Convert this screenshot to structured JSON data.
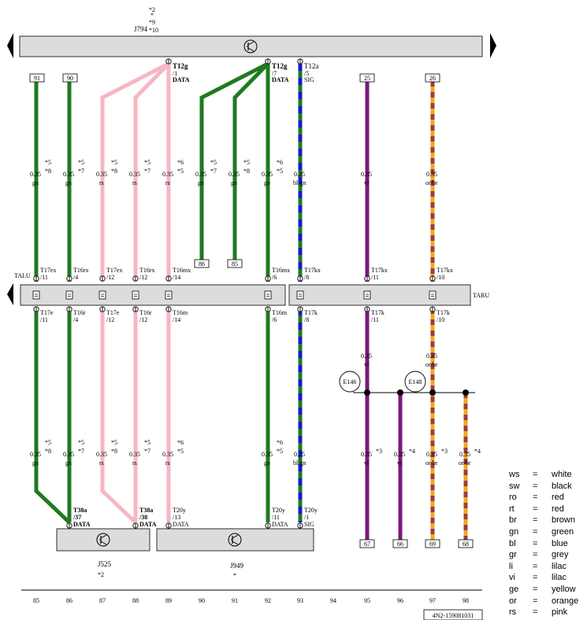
{
  "top_unit": {
    "label": "J794",
    "notes": [
      "*2",
      "*",
      "*9",
      "*10"
    ]
  },
  "bottom_units": [
    {
      "label": "J525",
      "note": "*2"
    },
    {
      "label": "J949",
      "note": "*"
    }
  ],
  "bus_labels": {
    "left": "TALU",
    "right": "TARU"
  },
  "doc_ref": "4N2-159081031",
  "top_connectors": [
    {
      "pin": "T12g",
      "sub": "/1",
      "sig": "DATA"
    },
    {
      "pin": "T12g",
      "sub": "/7",
      "sig": "DATA"
    },
    {
      "pin": "T12a",
      "sub": "/5",
      "sig": "SIG"
    }
  ],
  "top_boxes": [
    "91",
    "90",
    "25",
    "26"
  ],
  "mid_boxes": [
    "86",
    "85"
  ],
  "bottom_boxes": [
    "67",
    "66",
    "69",
    "68"
  ],
  "components": [
    "E146",
    "E148"
  ],
  "wires_upper": [
    {
      "n1": "*5",
      "n2": "*8",
      "size": "0.35",
      "color": "gn"
    },
    {
      "n1": "*5",
      "n2": "*7",
      "size": "0.35",
      "color": "gn"
    },
    {
      "n1": "*5",
      "n2": "*8",
      "size": "0.35",
      "color": "rs"
    },
    {
      "n1": "*5",
      "n2": "*7",
      "size": "0.35",
      "color": "rs"
    },
    {
      "n1": "*6",
      "n2": "*5",
      "size": "0.35",
      "color": "rs"
    },
    {
      "n1": "*5",
      "n2": "*7",
      "size": "0.35",
      "color": "gn"
    },
    {
      "n1": "*5",
      "n2": "*8",
      "size": "0.35",
      "color": "gn"
    },
    {
      "n1": "*6",
      "n2": "*5",
      "size": "0.35",
      "color": "gn"
    },
    {
      "n1": "",
      "n2": "",
      "size": "0.35",
      "color": "bl/gn"
    },
    {
      "n1": "",
      "n2": "",
      "size": "0.35",
      "color": "vi"
    },
    {
      "n1": "",
      "n2": "",
      "size": "0.35",
      "color": "or/br"
    }
  ],
  "bus_top_labels": [
    {
      "pin": "T17ex",
      "sub": "/11"
    },
    {
      "pin": "T16rx",
      "sub": "/4"
    },
    {
      "pin": "T17ex",
      "sub": "/12"
    },
    {
      "pin": "T16rx",
      "sub": "/12"
    },
    {
      "pin": "T16mx",
      "sub": "/14"
    },
    {
      "pin": "T16mx",
      "sub": "/6"
    },
    {
      "pin": "T17kx",
      "sub": "/8"
    },
    {
      "pin": "T17kx",
      "sub": "/11"
    },
    {
      "pin": "T17kx",
      "sub": "/10"
    }
  ],
  "bus_bottom_labels": [
    {
      "pin": "T17e",
      "sub": "/11"
    },
    {
      "pin": "T16r",
      "sub": "/4"
    },
    {
      "pin": "T17e",
      "sub": "/12"
    },
    {
      "pin": "T16r",
      "sub": "/12"
    },
    {
      "pin": "T16m",
      "sub": "/14"
    },
    {
      "pin": "T16m",
      "sub": "/6"
    },
    {
      "pin": "T17k",
      "sub": "/8"
    },
    {
      "pin": "T17k",
      "sub": "/11"
    },
    {
      "pin": "T17k",
      "sub": "/10"
    }
  ],
  "mid_wire_labels": [
    {
      "size": "0.35",
      "color": "vi"
    },
    {
      "size": "0.35",
      "color": "or/br"
    }
  ],
  "wires_lower": [
    {
      "n1": "*5",
      "n2": "*8",
      "size": "0.35",
      "color": "gn"
    },
    {
      "n1": "*5",
      "n2": "*7",
      "size": "0.35",
      "color": "gn"
    },
    {
      "n1": "*5",
      "n2": "*8",
      "size": "0.35",
      "color": "rs"
    },
    {
      "n1": "*5",
      "n2": "*7",
      "size": "0.35",
      "color": "rs"
    },
    {
      "n1": "*6",
      "n2": "*5",
      "size": "0.35",
      "color": "rs"
    },
    {
      "n1": "*6",
      "n2": "*5",
      "size": "0.35",
      "color": "gn"
    },
    {
      "n1": "",
      "n2": "",
      "size": "0.35",
      "color": "bl/gn"
    },
    {
      "n1": "*3",
      "n2": "",
      "size": "0.35",
      "color": "vi"
    },
    {
      "n1": "*4",
      "n2": "",
      "size": "0.35",
      "color": "vi"
    },
    {
      "n1": "*3",
      "n2": "",
      "size": "0.35",
      "color": "or/br"
    },
    {
      "n1": "*4",
      "n2": "",
      "size": "0.35",
      "color": "or/br"
    }
  ],
  "bottom_connectors": [
    {
      "pin": "T38a",
      "sub": "/37",
      "sig": "DATA"
    },
    {
      "pin": "T38a",
      "sub": "/38",
      "sig": "DATA"
    },
    {
      "pin": "T20y",
      "sub": "/13",
      "sig": "DATA"
    },
    {
      "pin": "T20y",
      "sub": "/11",
      "sig": "DATA"
    },
    {
      "pin": "T20y",
      "sub": "/1",
      "sig": "SIG"
    }
  ],
  "column_numbers": [
    "85",
    "86",
    "87",
    "88",
    "89",
    "90",
    "91",
    "92",
    "93",
    "94",
    "95",
    "96",
    "97",
    "98"
  ],
  "legend": [
    {
      "code": "ws",
      "name": "white"
    },
    {
      "code": "sw",
      "name": "black"
    },
    {
      "code": "ro",
      "name": "red"
    },
    {
      "code": "rt",
      "name": "red"
    },
    {
      "code": "br",
      "name": "brown"
    },
    {
      "code": "gn",
      "name": "green"
    },
    {
      "code": "bl",
      "name": "blue"
    },
    {
      "code": "gr",
      "name": "grey"
    },
    {
      "code": "li",
      "name": "lilac"
    },
    {
      "code": "vi",
      "name": "lilac"
    },
    {
      "code": "ge",
      "name": "yellow"
    },
    {
      "code": "or",
      "name": "orange"
    },
    {
      "code": "rs",
      "name": "pink"
    }
  ],
  "colors": {
    "green": "#1f7a1f",
    "pink": "#f7b6c2",
    "violet": "#7a1a7a",
    "blue": "#1a1acc",
    "orange": "#f2a81d",
    "brown": "#9e3c3c",
    "unit_fill": "#dcdcdc"
  }
}
